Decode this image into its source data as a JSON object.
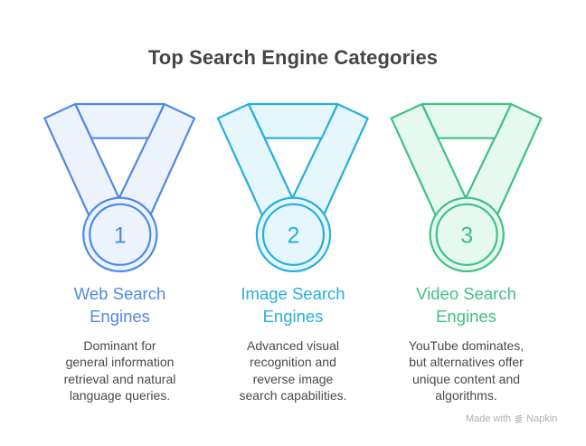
{
  "title": "Top Search Engine Categories",
  "medals": [
    {
      "rank": "1",
      "stroke": "#4F89E4",
      "fill": "#EDF3FD",
      "heading_lines": [
        "Web Search",
        "Engines"
      ],
      "description_lines": [
        "Dominant for",
        "general information",
        "retrieval and natural",
        "language queries."
      ]
    },
    {
      "rank": "2",
      "stroke": "#27AFDB",
      "fill": "#E5F6FC",
      "heading_lines": [
        "Image Search",
        "Engines"
      ],
      "description_lines": [
        "Advanced visual",
        "recognition and",
        "reverse image",
        "search capabilities."
      ]
    },
    {
      "rank": "3",
      "stroke": "#3EC283",
      "fill": "#E5F9EF",
      "heading_lines": [
        "Video Search",
        "Engines"
      ],
      "description_lines": [
        "YouTube dominates,",
        "but alternatives offer",
        "unique content and",
        "algorithms."
      ]
    }
  ],
  "footer": {
    "made_with": "Made with",
    "brand": "Napkin",
    "icon": "napkin-logo-icon"
  }
}
